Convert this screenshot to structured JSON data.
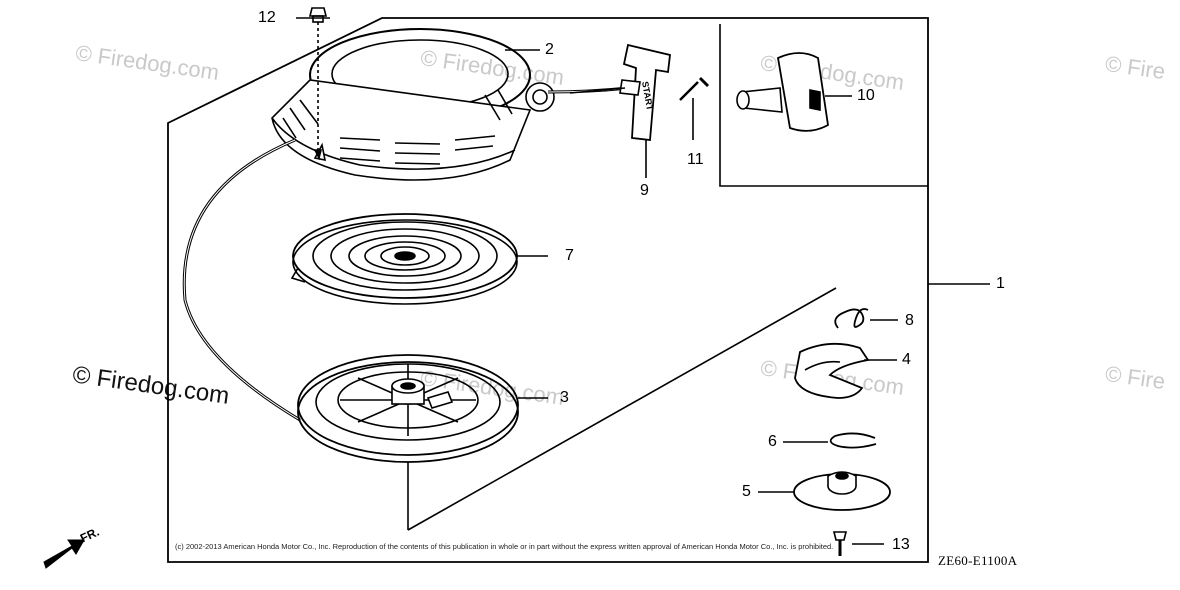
{
  "watermark": {
    "text": "© Firedog.com",
    "partial_text": "© Fire"
  },
  "labels": {
    "p1": "1",
    "p2": "2",
    "p3": "3",
    "p4": "4",
    "p5": "5",
    "p6": "6",
    "p7": "7",
    "p8": "8",
    "p9": "9",
    "p10": "10",
    "p11": "11",
    "p12": "12",
    "p13": "13"
  },
  "handle_text": "START",
  "direction_label": "FR.",
  "copyright": "(c) 2002-2013 American Honda Motor Co., Inc. Reproduction of the contents of this publication in whole or in part without the express written approval of American Honda Motor Co., Inc. is prohibited.",
  "diagram_code": "ZE60-E1100A",
  "colors": {
    "line": "#000000",
    "watermark": "#c9c9c9"
  }
}
